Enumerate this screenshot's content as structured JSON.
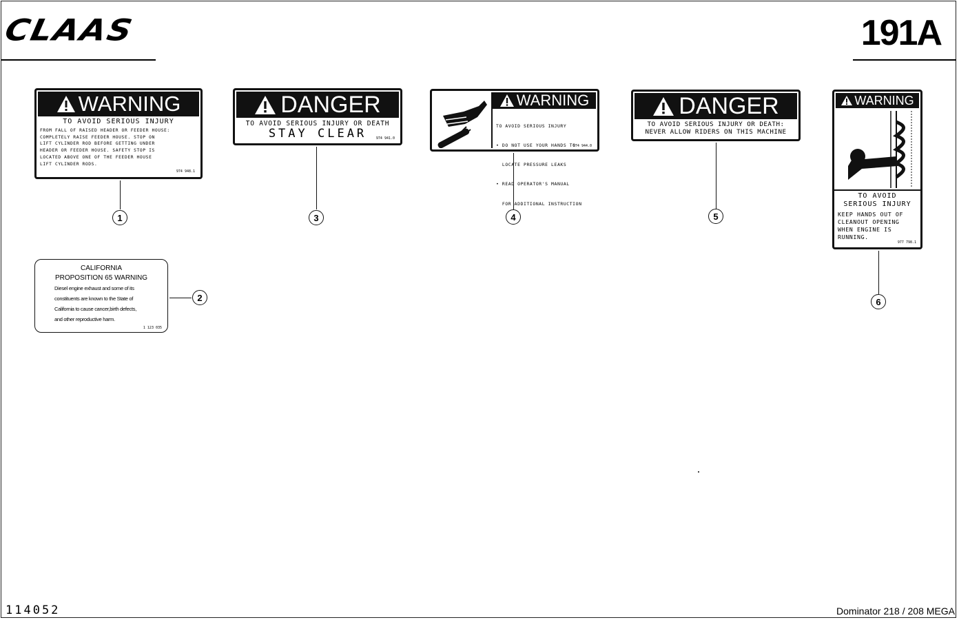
{
  "header": {
    "brand": "CLAAS",
    "page_code": "191A"
  },
  "footer": {
    "doc_number": "114052",
    "model": "Dominator 218 / 208 MEGA"
  },
  "decals": {
    "d1": {
      "signal": "WARNING",
      "subhead": "TO AVOID SERIOUS INJURY",
      "lines": [
        "FROM FALL OF RAISED HEADER OR FEEDER HOUSE:",
        "COMPLETELY RAISE FEEDER HOUSE. STOP ON",
        "LIFT CYLINDER ROD BEFORE GETTING UNDER",
        "HEADER OR FEEDER HOUSE. SAFETY STOP IS",
        "LOCATED ABOVE ONE OF THE FEEDER HOUSE",
        "LIFT CYLINDER RODS."
      ],
      "part": "974 948.1",
      "callout": "1"
    },
    "d2": {
      "title1": "CALIFORNIA",
      "title2": "PROPOSITION 65 WARNING",
      "lines": [
        "Diesel engine exhaust and some of its",
        "constituents are known to the State of",
        "California to cause cancer,birth defects,",
        "and other reproductive harm."
      ],
      "part": "1 123 035",
      "callout": "2"
    },
    "d3": {
      "signal": "DANGER",
      "line1": "TO AVOID SERIOUS INJURY OR DEATH",
      "line2": "STAY CLEAR",
      "part": "974 941.0",
      "callout": "3"
    },
    "d4": {
      "signal": "WARNING",
      "lines": [
        "TO AVOID SERIOUS INJURY",
        "• DO NOT USE YOUR HANDS TO",
        "  LOCATE PRESSURE LEAKS",
        "• READ OPERATOR'S MANUAL",
        "  FOR ADDITIONAL INSTRUCTION"
      ],
      "part": "974 944.0",
      "callout": "4"
    },
    "d5": {
      "signal": "DANGER",
      "line1": "TO AVOID SERIOUS INJURY OR DEATH:",
      "line2": "NEVER ALLOW RIDERS ON THIS MACHINE",
      "callout": "5"
    },
    "d6": {
      "signal": "WARNING",
      "lines_top": [
        "TO AVOID",
        "SERIOUS INJURY"
      ],
      "lines_bottom": [
        "KEEP HANDS OUT OF",
        "CLEANOUT OPENING",
        "WHEN ENGINE IS",
        "RUNNING."
      ],
      "part": "977 798.1",
      "callout": "6"
    }
  }
}
